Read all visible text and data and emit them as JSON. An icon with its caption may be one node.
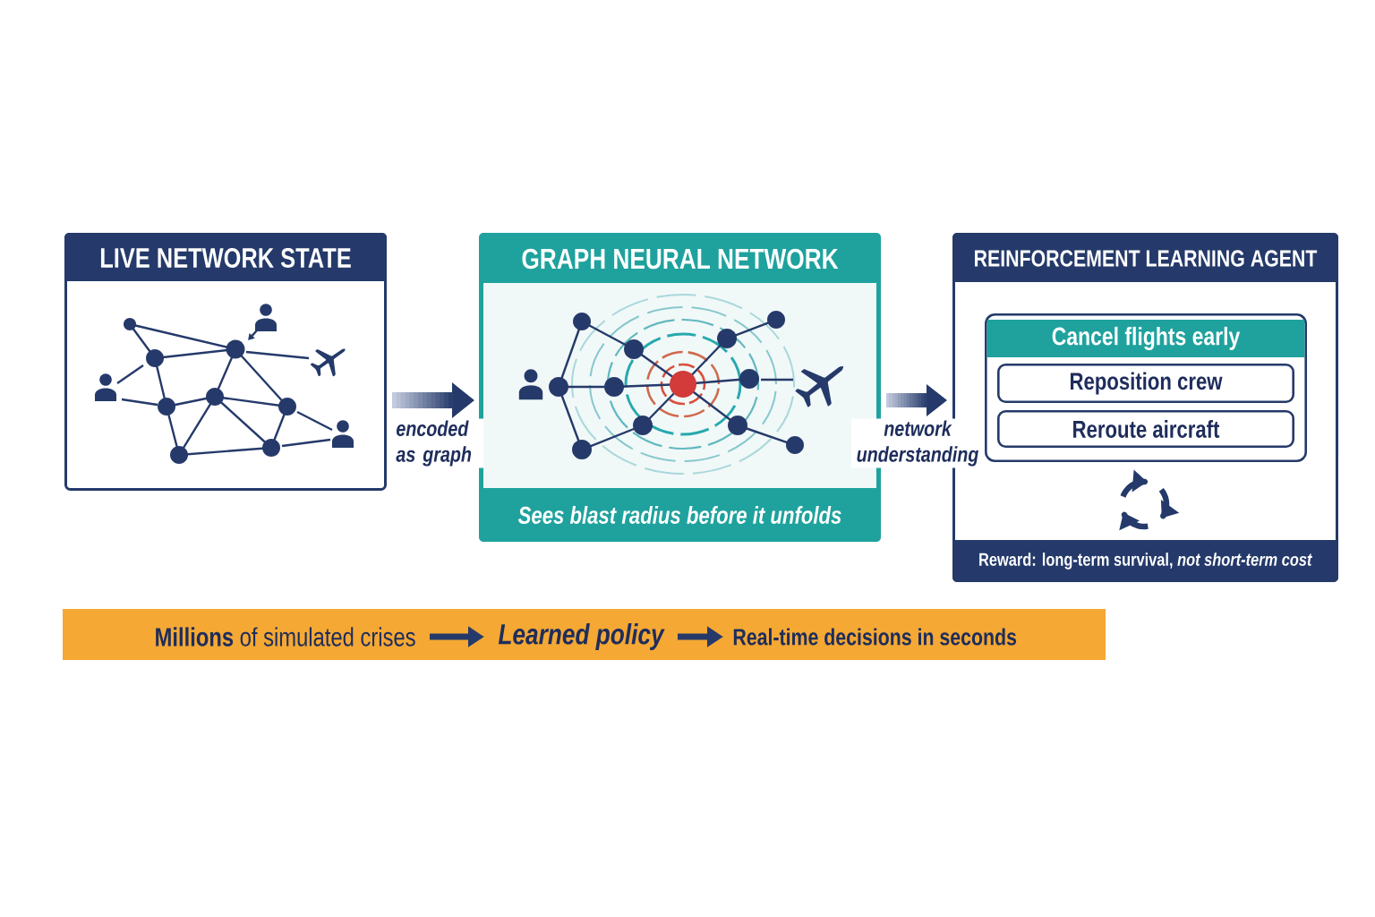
{
  "diagram": {
    "nodes": [
      {
        "text": [
          "LIVE NETWORK STATE"
        ]
      },
      {
        "text": [
          "GRAPH NEURAL NETWORK",
          "Sees blast radius before it unfolds"
        ]
      },
      {
        "text": [
          "REINFORCEMENT LEARNING AGENT",
          "Reward: long-term survival, *not short-term cost*"
        ]
      },
      {
        "text": [
          "Cancel flights early"
        ],
        "in": 2
      },
      {
        "text": [
          "Reposition crew"
        ],
        "in": 3
      },
      {
        "text": [
          "Reroute aircraft"
        ],
        "in": 3
      },
      {
        "text": [],
        "shape": "bar"
      },
      {
        "text": [
          "**Millions** of simulated crises"
        ],
        "in": 6
      },
      {
        "text": [
          "Learned policy"
        ],
        "in": 6
      },
      {
        "text": [
          "Real-time decisions in seconds"
        ],
        "in": 6
      }
    ],
    "edges": [
      {
        "from": 0,
        "to": 1,
        "arrow": "to",
        "label": "encoded as graph"
      },
      {
        "from": 1,
        "to": 2,
        "arrow": "to",
        "label": "network understanding"
      },
      {
        "from": 7,
        "to": 8,
        "arrow": "to"
      },
      {
        "from": 8,
        "to": 9,
        "arrow": "to"
      }
    ]
  }
}
